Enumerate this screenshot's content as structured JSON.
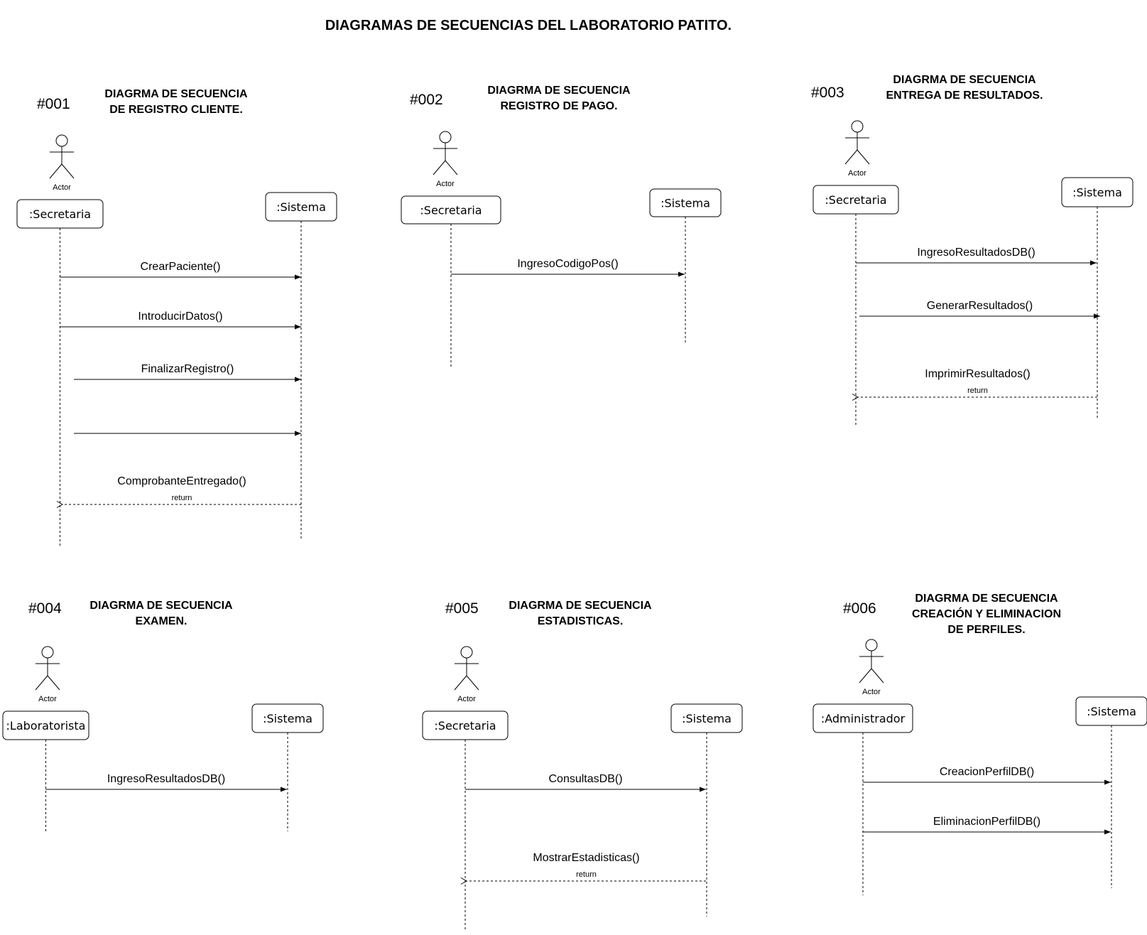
{
  "title": "DIAGRAMAS DE SECUENCIAS DEL LABORATORIO PATITO.",
  "diagrams": [
    {
      "number": "#001",
      "title_lines": [
        "DIAGRMA DE SECUENCIA",
        "DE REGISTRO CLIENTE."
      ],
      "actor_label": "Actor",
      "left_box": ":Secretaria",
      "right_box": ":Sistema",
      "messages": [
        {
          "label": "CrearPaciente()",
          "kind": "sync"
        },
        {
          "label": "IntroducirDatos()",
          "kind": "sync"
        },
        {
          "label": "FinalizarRegistro()",
          "kind": "sync"
        },
        {
          "label": "",
          "kind": "sync"
        },
        {
          "label": "ComprobanteEntregado()",
          "kind": "return",
          "return_label": "return"
        }
      ]
    },
    {
      "number": "#002",
      "title_lines": [
        "DIAGRMA DE SECUENCIA",
        "REGISTRO DE PAGO."
      ],
      "actor_label": "Actor",
      "left_box": ":Secretaria",
      "right_box": ":Sistema",
      "messages": [
        {
          "label": "IngresoCodigoPos()",
          "kind": "sync"
        }
      ]
    },
    {
      "number": "#003",
      "title_lines": [
        "DIAGRMA DE SECUENCIA",
        "ENTREGA DE RESULTADOS."
      ],
      "actor_label": "Actor",
      "left_box": ":Secretaria",
      "right_box": ":Sistema",
      "messages": [
        {
          "label": "IngresoResultadosDB()",
          "kind": "sync"
        },
        {
          "label": "GenerarResultados()",
          "kind": "sync"
        },
        {
          "label": "ImprimirResultados()",
          "kind": "return",
          "return_label": "return"
        }
      ]
    },
    {
      "number": "#004",
      "title_lines": [
        "DIAGRMA DE SECUENCIA",
        "EXAMEN."
      ],
      "actor_label": "Actor",
      "left_box": ":Laboratorista",
      "right_box": ":Sistema",
      "messages": [
        {
          "label": "IngresoResultadosDB()",
          "kind": "sync"
        }
      ]
    },
    {
      "number": "#005",
      "title_lines": [
        "DIAGRMA DE SECUENCIA",
        "ESTADISTICAS."
      ],
      "actor_label": "Actor",
      "left_box": ":Secretaria",
      "right_box": ":Sistema",
      "messages": [
        {
          "label": "ConsultasDB()",
          "kind": "sync"
        },
        {
          "label": "MostrarEstadisticas()",
          "kind": "return",
          "return_label": "return"
        }
      ]
    },
    {
      "number": "#006",
      "title_lines": [
        "DIAGRMA DE SECUENCIA",
        "CREACIÓN Y ELIMINACION",
        "DE PERFILES."
      ],
      "actor_label": "Actor",
      "left_box": ":Administrador",
      "right_box": ":Sistema",
      "messages": [
        {
          "label": "CreacionPerfilDB()",
          "kind": "sync"
        },
        {
          "label": "EliminacionPerfilDB()",
          "kind": "sync"
        }
      ]
    }
  ]
}
